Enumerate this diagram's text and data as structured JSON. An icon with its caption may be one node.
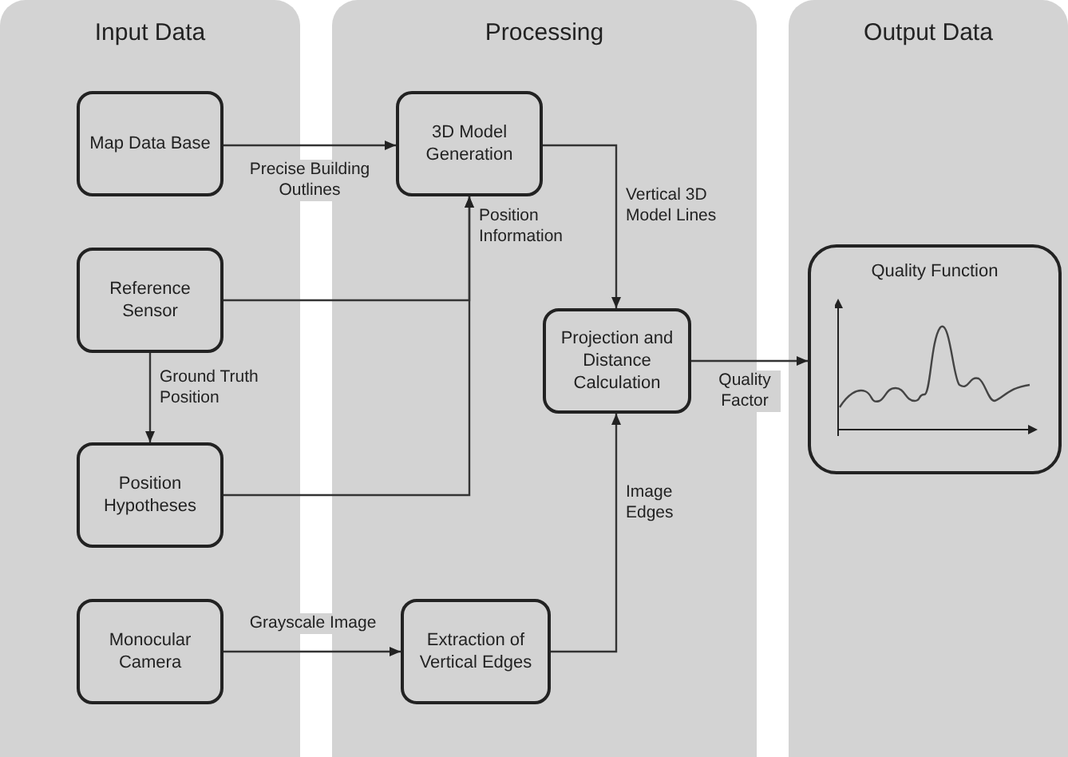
{
  "diagram": {
    "nodes": [
      {
        "text": [
          "Input Data"
        ]
      },
      {
        "text": [
          "Processing"
        ]
      },
      {
        "text": [
          "Output Data"
        ]
      },
      {
        "text": [
          "Map Data Base"
        ],
        "in": 0
      },
      {
        "text": [
          "3D Model Generation"
        ],
        "in": 1
      },
      {
        "text": [
          "Reference Sensor"
        ],
        "in": 0
      },
      {
        "text": [
          "Position Hypotheses"
        ],
        "in": 0
      },
      {
        "text": [
          "Projection and Distance Calculation"
        ],
        "in": 1
      },
      {
        "text": [
          "Monocular Camera"
        ],
        "in": 0
      },
      {
        "text": [
          "Extraction of Vertical Edges"
        ],
        "in": 1
      },
      {
        "text": [
          "Quality Function"
        ],
        "in": 2
      }
    ],
    "edges": [
      {
        "from": 3,
        "to": 4,
        "arrow": "to",
        "label": "Precise Building Outlines"
      },
      {
        "from": 5,
        "to": 4,
        "arrow": "to",
        "label": "Position Information"
      },
      {
        "from": 6,
        "to": 4,
        "arrow": "to"
      },
      {
        "from": 5,
        "to": 6,
        "arrow": "to",
        "label": "Ground Truth Position"
      },
      {
        "from": 8,
        "to": 9,
        "arrow": "to",
        "label": "Grayscale Image"
      },
      {
        "from": 4,
        "to": 7,
        "arrow": "to",
        "label": "Vertical 3D Model Lines"
      },
      {
        "from": 9,
        "to": 7,
        "arrow": "to",
        "label": "Image Edges"
      },
      {
        "from": 7,
        "to": 10,
        "arrow": "to",
        "label": "Quality Factor"
      }
    ]
  }
}
